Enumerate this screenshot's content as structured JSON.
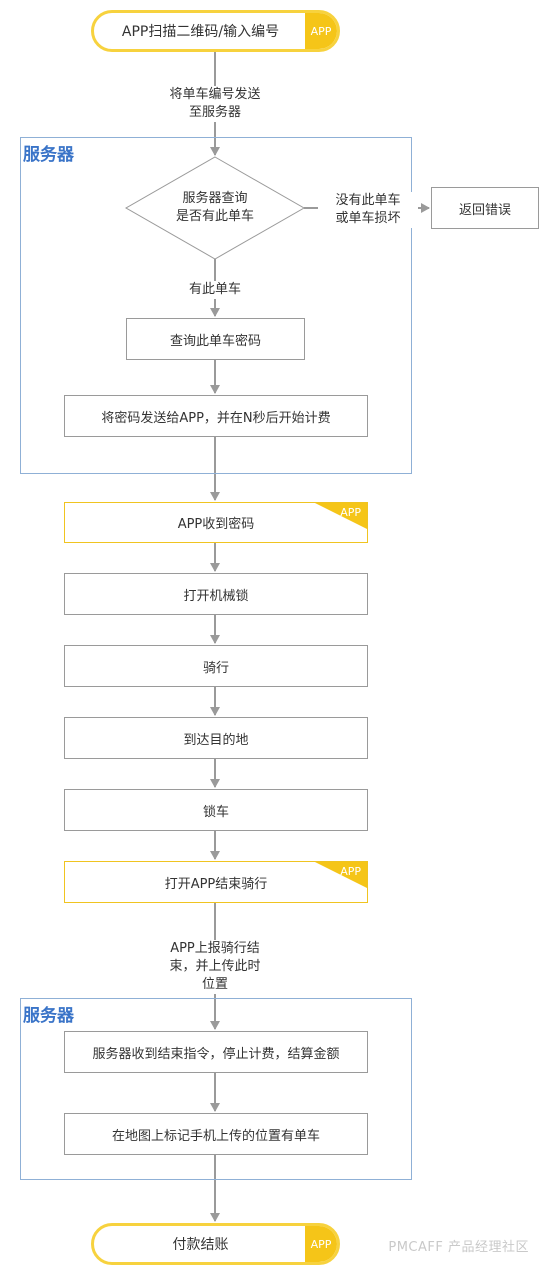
{
  "start": {
    "label": "APP扫描二维码/输入编号",
    "tag": "APP"
  },
  "edge_labels": {
    "send_number": "将单车编号发送\n至服务器",
    "no_bike": "没有此单车\n或单车损坏",
    "has_bike": "有此单车",
    "report_end": "APP上报骑行结\n束，并上传此时\n位置"
  },
  "server_group_1": {
    "title": "服务器",
    "decision": "服务器查询\n是否有此单车",
    "query_password": "查询此单车密码",
    "send_password": "将密码发送给APP，并在N秒后开始计费"
  },
  "error_box": "返回错误",
  "app_receive": {
    "label": "APP收到密码",
    "tag": "APP"
  },
  "steps": [
    "打开机械锁",
    "骑行",
    "到达目的地",
    "锁车"
  ],
  "app_end_ride": {
    "label": "打开APP结束骑行",
    "tag": "APP"
  },
  "server_group_2": {
    "title": "服务器",
    "receive_end": "服务器收到结束指令，停止计费，结算金额",
    "mark_map": "在地图上标记手机上传的位置有单车"
  },
  "end": {
    "label": "付款结账",
    "tag": "APP"
  },
  "watermark": "PMCAFF 产品经理社区",
  "colors": {
    "accent_yellow": "#f5c518",
    "pill_border": "#f7d23e",
    "group_border": "#8fb0d6",
    "group_title": "#3a74c8",
    "line": "#9a9a9a"
  }
}
